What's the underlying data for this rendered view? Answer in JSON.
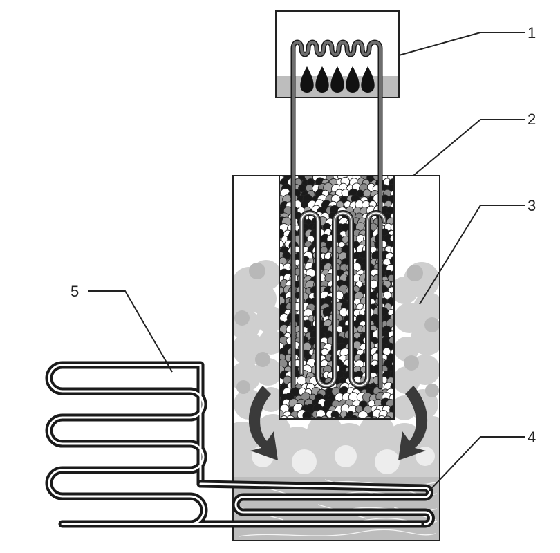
{
  "callouts": [
    {
      "id": "1",
      "label": "1"
    },
    {
      "id": "2",
      "label": "2"
    },
    {
      "id": "3",
      "label": "3"
    },
    {
      "id": "4",
      "label": "4"
    },
    {
      "id": "5",
      "label": "5"
    }
  ],
  "colors": {
    "outline": "#222222",
    "tube_dark": "#1a1a1a",
    "tube_mid": "#6e6e6e",
    "tube_light": "#ffffff",
    "cloud": "#cfcfcf",
    "cloud_dark": "#b3b3b3",
    "liquid": "#bdbdbd",
    "bed_bg": "#5a5a5a",
    "flame": "#111111",
    "arrow": "#3a3a3a"
  }
}
